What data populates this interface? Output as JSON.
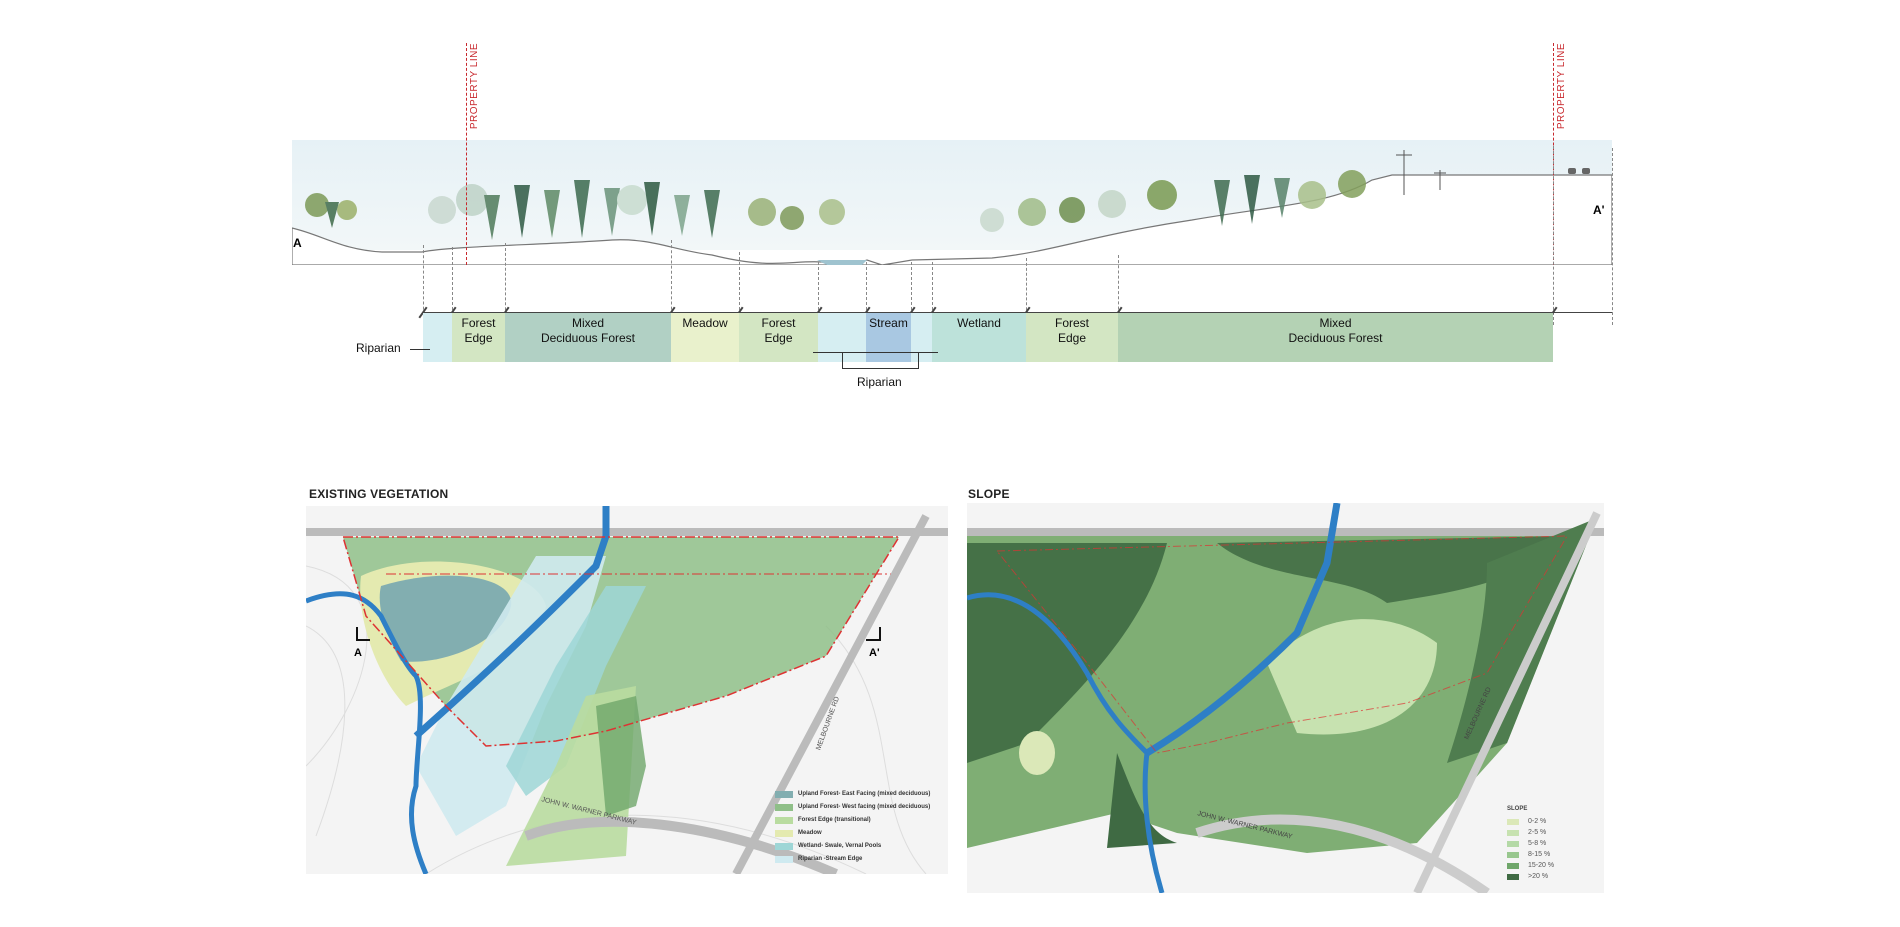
{
  "section": {
    "property_line_label": "PROPERTY LINE",
    "start_label": "A",
    "end_label": "A'",
    "bands": [
      {
        "label": "",
        "color": "#d6eef2"
      },
      {
        "label": "Forest\nEdge",
        "color": "#d3e6c3"
      },
      {
        "label": "Mixed\nDeciduous Forest",
        "color": "#b1d0c4"
      },
      {
        "label": "Meadow",
        "color": "#e9f1cc"
      },
      {
        "label": "Forest\nEdge",
        "color": "#d3e6c3"
      },
      {
        "label": "",
        "color": "#d6eef2"
      },
      {
        "label": "Stream",
        "color": "#a9c8e2"
      },
      {
        "label": "",
        "color": "#d6eef2"
      },
      {
        "label": "Wetland",
        "color": "#bde2da"
      },
      {
        "label": "Forest\nEdge",
        "color": "#d3e6c3"
      },
      {
        "label": "Mixed\nDeciduous Forest",
        "color": "#b4d2b4"
      }
    ],
    "riparian_left_label": "Riparian",
    "riparian_bottom_label": "Riparian"
  },
  "vegetation_map": {
    "title": "EXISTING VEGETATION",
    "section_label_a": "A",
    "section_label_a_prime": "A'",
    "road_parkway": "JOHN W. WARNER PARKWAY",
    "road_melbourne": "MELBOURNE RD",
    "legend": [
      {
        "label": "Upland Forest- East Facing (mixed deciduous)",
        "color": "#82aeb0"
      },
      {
        "label": "Upland Forest- West facing (mixed deciduous)",
        "color": "#8fbf88"
      },
      {
        "label": "Forest Edge (transitional)",
        "color": "#b9dca0"
      },
      {
        "label": "Meadow",
        "color": "#e4eab0"
      },
      {
        "label": "Wetland- Swale, Vernal Pools",
        "color": "#9ed6d6"
      },
      {
        "label": "Riparian -Stream Edge",
        "color": "#cfeaf0"
      }
    ]
  },
  "slope_map": {
    "title": "SLOPE",
    "road_parkway": "JOHN W. WARNER PARKWAY",
    "road_melbourne": "MELBOURNE RD",
    "legend_title": "SLOPE",
    "legend": [
      {
        "label": "0-2 %",
        "color": "#dbe8b8"
      },
      {
        "label": "2-5 %",
        "color": "#c7e2b0"
      },
      {
        "label": "5-8 %",
        "color": "#b4d9a6"
      },
      {
        "label": "8-15 %",
        "color": "#98c78e"
      },
      {
        "label": "15-20 %",
        "color": "#6fa66a"
      },
      {
        "label": ">20 %",
        "color": "#3f6a43"
      }
    ]
  }
}
